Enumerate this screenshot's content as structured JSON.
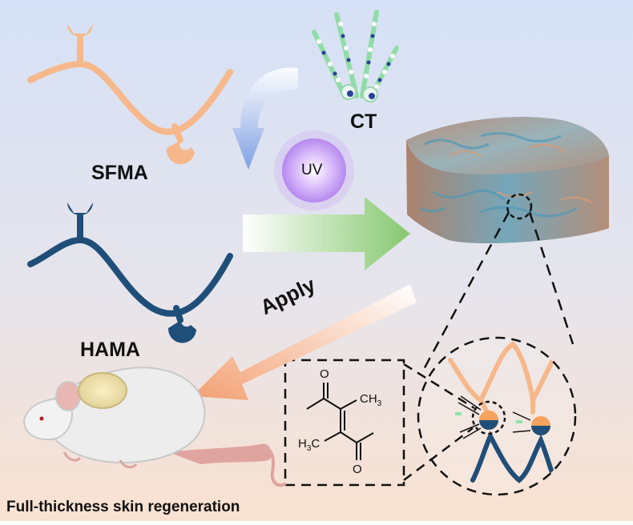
{
  "labels": {
    "sfma": "SFMA",
    "hama": "HAMA",
    "ct": "CT",
    "uv": "UV",
    "apply": "Apply",
    "caption": "Full-thickness skin regeneration"
  },
  "chemistry": {
    "oxygen": "O",
    "methyl_c": "CH",
    "methyl_h3": "H",
    "methyl_sub": "3",
    "methyl_c2": "C"
  },
  "colors": {
    "sfma_strand": "#f6b88a",
    "hama_strand": "#1f4e79",
    "uv_glow": "#c79bf2",
    "ct_green": "#8fe3a8",
    "apply_arrow": "#f4a67a",
    "gel_arrow": "#8ec97a",
    "uv_arrow": "#7d9fe0",
    "background_top": "#d6e2f6",
    "background_bottom": "#fae3d2"
  },
  "icons": [
    "ct-fiber-icon",
    "uv-glow-icon",
    "hydrogel-block-icon",
    "mouse-icon",
    "crosslink-zoom-icon"
  ]
}
